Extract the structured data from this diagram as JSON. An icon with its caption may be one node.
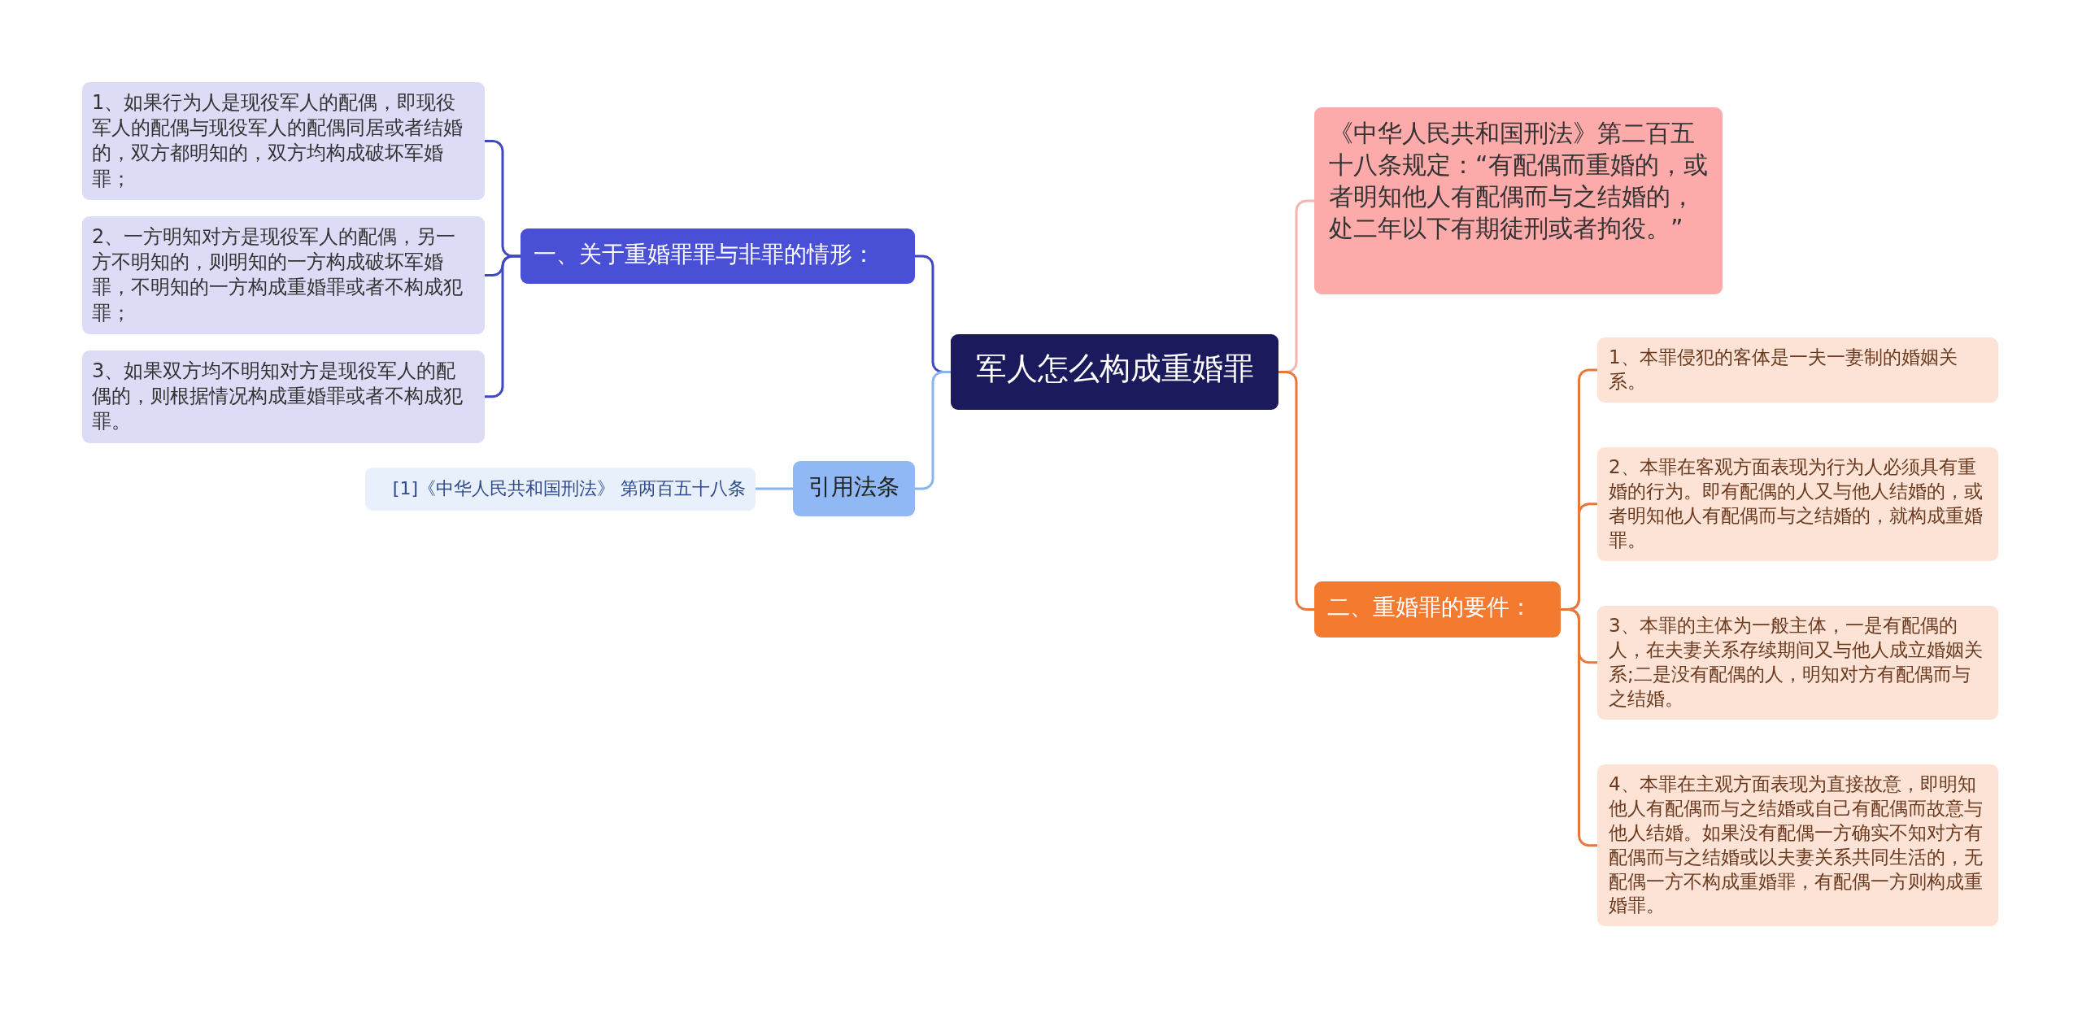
{
  "diagram": {
    "nodes": [
      {
        "text": [
          "军人怎么构成重婚罪"
        ]
      },
      {
        "text": [
          "一、关于重婚罪罪与非罪的情形："
        ]
      },
      {
        "text": [
          "1、如果行为人是现役军人的配偶，即现役军人的配偶与现役军人的配偶同居或者结婚的，双方都明知的，双方均构成破坏军婚罪；"
        ]
      },
      {
        "text": [
          "2、一方明知对方是现役军人的配偶，另一方不明知的，则明知的一方构成破坏军婚罪，不明知的一方构成重婚罪或者不构成犯罪；"
        ]
      },
      {
        "text": [
          "3、如果双方均不明知对方是现役军人的配偶的，则根据情况构成重婚罪或者不构成犯罪。"
        ]
      },
      {
        "text": [
          "引用法条"
        ]
      },
      {
        "text": [
          "[1]《中华人民共和国刑法》 第两百五十八条"
        ]
      },
      {
        "text": [
          "《中华人民共和国刑法》第二百五十八条规定：“有配偶而重婚的，或者明知他人有配偶而与之结婚的，处二年以下有期徒刑或者拘役。”"
        ]
      },
      {
        "text": [
          "二、重婚罪的要件："
        ]
      },
      {
        "text": [
          "1、本罪侵犯的客体是一夫一妻制的婚姻关系。"
        ]
      },
      {
        "text": [
          "2、本罪在客观方面表现为行为人必须具有重婚的行为。即有配偶的人又与他人结婚的，或者明知他人有配偶而与之结婚的，就构成重婚罪。"
        ]
      },
      {
        "text": [
          "3、本罪的主体为一般主体，一是有配偶的人，在夫妻关系存续期间又与他人成立婚姻关系;二是没有配偶的人，明知对方有配偶而与之结婚。"
        ]
      },
      {
        "text": [
          "4、本罪在主观方面表现为直接故意，即明知他人有配偶而与之结婚或自己有配偶而故意与他人结婚。如果没有配偶一方确实不知对方有配偶而与之结婚或以夫妻关系共同生活的，无配偶一方不构成重婚罪，有配偶一方则构成重婚罪。"
        ]
      }
    ],
    "edges": [
      {
        "from": 0,
        "to": 1,
        "arrow": "none",
        "color": "#3f48c0"
      },
      {
        "from": 1,
        "to": 2,
        "arrow": "none",
        "color": "#3f48c0"
      },
      {
        "from": 1,
        "to": 3,
        "arrow": "none",
        "color": "#3f48c0"
      },
      {
        "from": 1,
        "to": 4,
        "arrow": "none",
        "color": "#3f48c0"
      },
      {
        "from": 0,
        "to": 5,
        "arrow": "none",
        "color": "#8ab4f0"
      },
      {
        "from": 5,
        "to": 6,
        "arrow": "none",
        "color": "#8ab4f0"
      },
      {
        "from": 0,
        "to": 7,
        "arrow": "none",
        "color": "#f4b4b4"
      },
      {
        "from": 0,
        "to": 8,
        "arrow": "none"
      },
      {
        "from": 8,
        "to": 9,
        "arrow": "none"
      },
      {
        "from": 8,
        "to": 10,
        "arrow": "none"
      },
      {
        "from": 8,
        "to": 11,
        "arrow": "none"
      },
      {
        "from": 8,
        "to": 12,
        "arrow": "none"
      }
    ]
  }
}
